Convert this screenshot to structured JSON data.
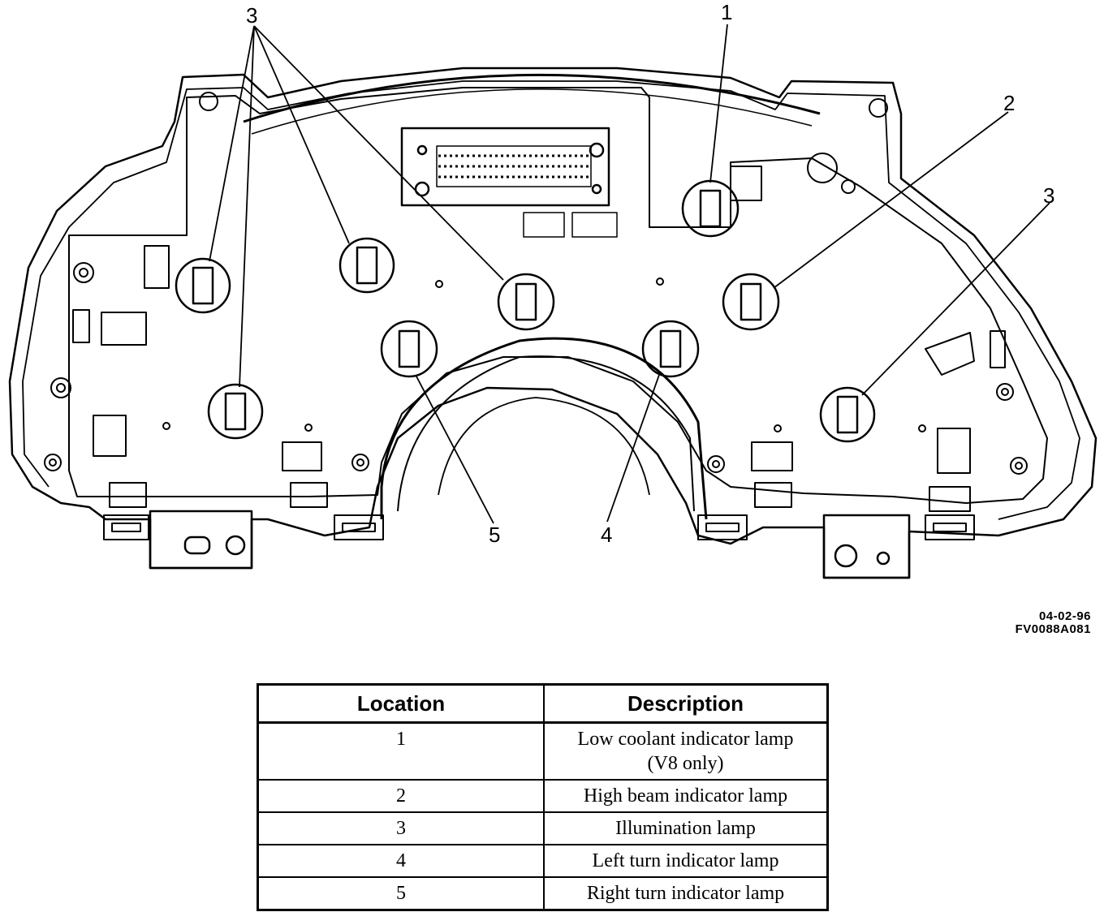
{
  "diagram": {
    "callouts": [
      "3",
      "1",
      "2",
      "3",
      "5",
      "4"
    ]
  },
  "figure_code": {
    "date": "04-02-96",
    "id": "FV0088A081"
  },
  "table": {
    "headers": {
      "location": "Location",
      "description": "Description"
    },
    "rows": [
      {
        "location": "1",
        "description": "Low coolant indicator lamp\n(V8 only)"
      },
      {
        "location": "2",
        "description": "High beam indicator lamp"
      },
      {
        "location": "3",
        "description": "Illumination lamp"
      },
      {
        "location": "4",
        "description": "Left turn indicator lamp"
      },
      {
        "location": "5",
        "description": "Right turn indicator lamp"
      }
    ]
  }
}
